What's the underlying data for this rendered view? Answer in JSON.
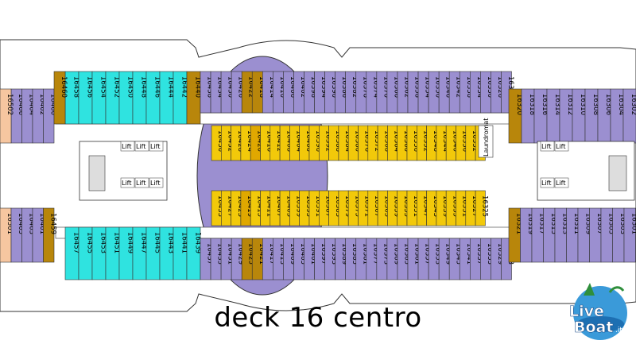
{
  "caption": "deck 16 centro",
  "logo": {
    "text": "LiveBoat.it",
    "type": "watermark"
  },
  "colors": {
    "standard": "#9b8fd0",
    "suite": "#2fe3e0",
    "special": "#b8860b",
    "interior": "#f2c90a",
    "corner": "#f6c6a0",
    "outline": "#333333",
    "hull": "#ffffff"
  },
  "labels": {
    "laundromat": "Laundromat",
    "lift": "Lift"
  },
  "cabins": {
    "top_row_left": [
      "16466",
      "16464",
      "16462",
      "16460"
    ],
    "top_suites": [
      "16458",
      "16456",
      "16454",
      "16452",
      "16450",
      "16448",
      "16446",
      "16444",
      "16442",
      "16440"
    ],
    "top_row_mid": [
      "16438",
      "16434",
      "16430",
      "16426",
      "16422",
      "16418",
      "16414",
      "16410",
      "16406",
      "16402",
      "16398",
      "16394",
      "16390",
      "16386",
      "16382",
      "16378",
      "16374",
      "16370",
      "16366",
      "16362",
      "16358",
      "16354",
      "16350",
      "16346",
      "16342",
      "16338",
      "16334",
      "16330",
      "16326",
      "16322"
    ],
    "top_row_right": [
      "16320",
      "16318",
      "16316",
      "16314",
      "16312",
      "16310",
      "16308",
      "16306",
      "16304",
      "16302"
    ],
    "top_inner": [
      "16436",
      "16432",
      "16428",
      "16424",
      "16420",
      "16416",
      "16412",
      "16408",
      "16404",
      "16400",
      "16396",
      "16392",
      "16388",
      "16384",
      "16380",
      "16376",
      "16372",
      "16368",
      "16364",
      "16360",
      "16356",
      "16352",
      "16348",
      "16344",
      "16340",
      "16336",
      "16332",
      "16328"
    ],
    "bot_row_left": [
      "16501",
      "16465",
      "16463",
      "16461",
      "16459"
    ],
    "bot_suites": [
      "16457",
      "16455",
      "16453",
      "16451",
      "16449",
      "16447",
      "16445",
      "16443",
      "16441",
      "16439"
    ],
    "bot_row_mid": [
      "16437",
      "16435",
      "16431",
      "16429",
      "16425",
      "16421",
      "16417",
      "16413",
      "16409",
      "16405",
      "16401",
      "16397",
      "16393",
      "16389",
      "16385",
      "16381",
      "16377",
      "16373",
      "16369",
      "16365",
      "16361",
      "16357",
      "16353",
      "16349",
      "16345",
      "16341",
      "16337",
      "16333",
      "16329",
      "16323"
    ],
    "bot_row_right": [
      "16321",
      "16319",
      "16317",
      "16315",
      "16313",
      "16311",
      "16309",
      "16307",
      "16305",
      "16303",
      "16301"
    ],
    "bot_inner": [
      "16433",
      "16427",
      "16423",
      "16419",
      "16415",
      "16411",
      "16407",
      "16403",
      "16399",
      "16395",
      "16391",
      "16387",
      "16383",
      "16379",
      "16375",
      "16371",
      "16367",
      "16363",
      "16359",
      "16355",
      "16351",
      "16347",
      "16343",
      "16339",
      "16335",
      "16331",
      "16327",
      "16325"
    ],
    "corner_top": "16502"
  }
}
